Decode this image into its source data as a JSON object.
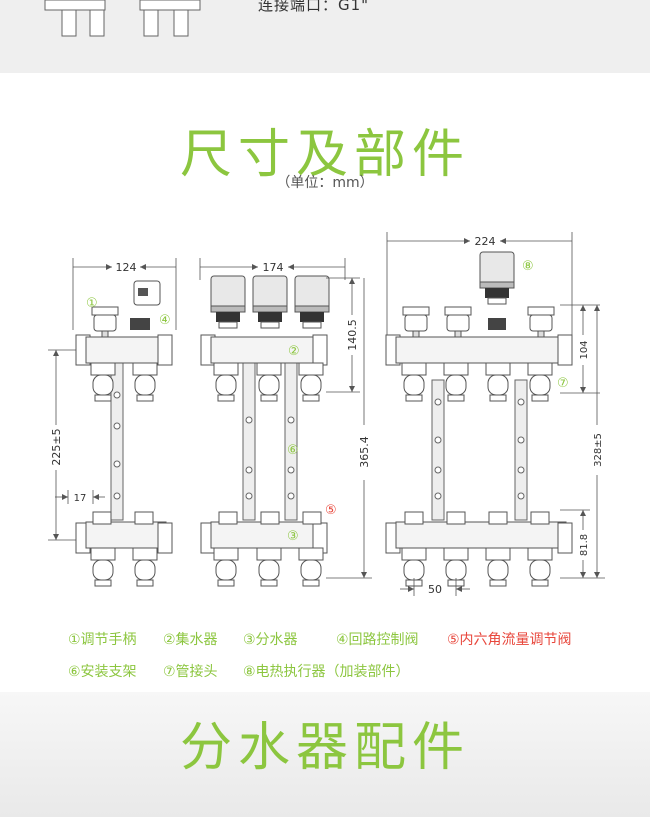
{
  "top": {
    "connection_spec": "连接端口：G1\""
  },
  "sections": {
    "dimensions_title": "尺寸及部件",
    "dimensions_unit": "（单位：mm）",
    "accessories_title": "分水器配件"
  },
  "dimensions": {
    "w124": "124",
    "w174": "174",
    "w224": "224",
    "h140": "140.5",
    "h365": "365.4",
    "h225": "225±5",
    "w17": "17",
    "h104": "104",
    "h328": "328±5",
    "h81": "81.8",
    "w50": "50"
  },
  "callouts": {
    "c1": "①",
    "c2": "②",
    "c3": "③",
    "c4": "④",
    "c5": "⑤",
    "c6": "⑥",
    "c7": "⑦",
    "c8": "⑧"
  },
  "legend": [
    {
      "text": "①调节手柄"
    },
    {
      "text": "②集水器"
    },
    {
      "text": "③分水器"
    },
    {
      "text": "④回路控制阀"
    },
    {
      "text": "⑤内六角流量调节阀"
    },
    {
      "text": "⑥安装支架"
    },
    {
      "text": "⑦管接头"
    },
    {
      "text": "⑧电热执行器（加装部件）"
    }
  ],
  "colors": {
    "accent_green": "#8cc63f",
    "accent_red": "#e8473c"
  }
}
